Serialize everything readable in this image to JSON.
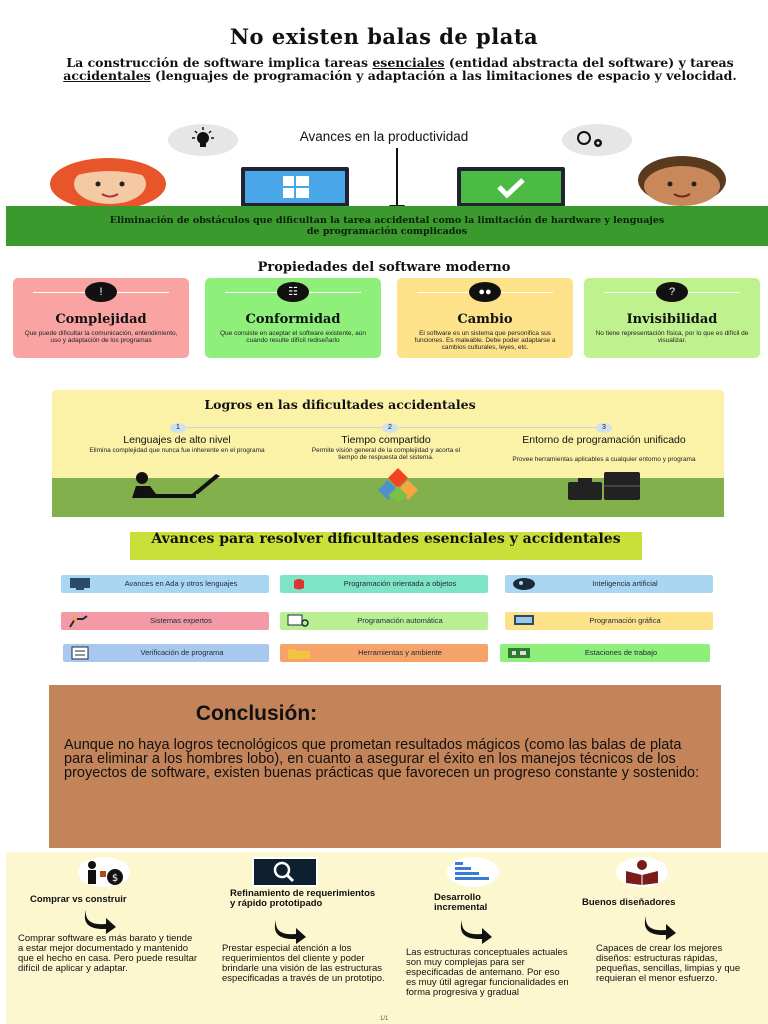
{
  "title": "No existen balas de plata",
  "intro": {
    "part1": "La construcción de software implica tareas ",
    "link1": "esenciales",
    "part2": " (entidad abstracta del software) y tareas ",
    "link2": "accidentales",
    "part3": " (lenguajes de programación y adaptación a las limitaciones de espacio y velocidad."
  },
  "productividad": {
    "label": "Avances en la productividad",
    "band_text": "Eliminación de obstáculos que dificultan la tarea accidental como la limitación de hardware y lenguajes de programación complicados"
  },
  "propiedades": {
    "title": "Propiedades del software moderno",
    "cards": [
      {
        "name": "Complejidad",
        "desc": "Que puede dificultar la comunicación, entendimiento, uso y adaptación de los programas",
        "color": "#f9a3a3",
        "icon": "warning-icon"
      },
      {
        "name": "Conformidad",
        "desc": "Que consiste en aceptar el software existente, aún cuando resulte difícil rediseñarlo",
        "color": "#8ef07b",
        "icon": "network-icon"
      },
      {
        "name": "Cambio",
        "desc": "El software es un sistema que personifica sus funciones. Es maleable. Debe poder adaptarse a cambios culturales, leyes, etc.",
        "color": "#fde28a",
        "icon": "people-icon"
      },
      {
        "name": "Invisibilidad",
        "desc": "No tiene representación física, por lo que es difícil de visualizar.",
        "color": "#bff28e",
        "icon": "invisible-icon"
      }
    ]
  },
  "logros": {
    "title": "Logros en las dificultades accidentales",
    "items": [
      {
        "num": "1",
        "name": "Lenguajes de alto nivel",
        "desc": "Elimina complejidad que nunca fue inherente en el programa"
      },
      {
        "num": "2",
        "name": "Tiempo compartido",
        "desc": "Permite visión general de la complejidad y acorta el tiempo de respuesta del sistema."
      },
      {
        "num": "3",
        "name": "Entorno de programación unificado",
        "desc": "Provee herramientas aplicables a cualquier entorno y programa"
      }
    ]
  },
  "avances": {
    "title": "Avances para resolver dificultades esenciales y accidentales",
    "items": [
      {
        "label": "Avances en Ada y otros lenguajes",
        "color": "#a9d6f0",
        "icon": "monitor-icon"
      },
      {
        "label": "Programación orientada a objetos",
        "color": "#7fe3c6",
        "icon": "java-icon"
      },
      {
        "label": "Inteligencia artificial",
        "color": "#a9d6f0",
        "icon": "brain-icon"
      },
      {
        "label": "Sistemas expertos",
        "color": "#f39aa6",
        "icon": "robot-arm-icon"
      },
      {
        "label": "Programación automática",
        "color": "#b9ef92",
        "icon": "chart-search-icon"
      },
      {
        "label": "Programación gráfica",
        "color": "#fde28a",
        "icon": "monitor-icon"
      },
      {
        "label": "Verificación de programa",
        "color": "#a9c8ef",
        "icon": "checklist-icon"
      },
      {
        "label": "Herramientas y ambiente",
        "color": "#f6a36a",
        "icon": "folder-icon"
      },
      {
        "label": "Estaciones de trabajo",
        "color": "#8ef07b",
        "icon": "circuit-icon"
      }
    ]
  },
  "conclusion": {
    "title": "Conclusión:",
    "text": "Aunque no haya logros tecnológicos que prometan resultados mágicos (como las balas de plata para eliminar a los hombres lobo), en cuanto a asegurar el éxito en los manejos técnicos de los proyectos de software, existen buenas prácticas que favorecen un progreso constante y sostenido:"
  },
  "practicas": [
    {
      "title": "Comprar vs construir",
      "text": "Comprar software es más barato y tiende a estar mejor documentado y mantenido que el hecho en casa. Pero puede resultar difícil de aplicar y adaptar.",
      "icon": "money-icon"
    },
    {
      "title": "Refinamiento de requerimientos y rápido prototipado",
      "text": "Prestar especial atención a los requerimientos del cliente y poder brindarle una visión de las estructuras especificadas a través de un prototipo.",
      "icon": "magnifier-icon"
    },
    {
      "title": "Desarrollo incremental",
      "text": "Las estructuras conceptuales actuales son muy complejas para ser especificadas de antemano. Por eso es muy útil agregar funcionalidades en forma progresiva y gradual",
      "icon": "bars-icon"
    },
    {
      "title": "Buenos diseñadores",
      "text": "Capaces de crear los mejores diseños: estructuras rápidas, pequeñas, sencillas, limpias y que requieran el menor esfuerzo.",
      "icon": "reader-icon"
    }
  ],
  "footer": "1/1"
}
